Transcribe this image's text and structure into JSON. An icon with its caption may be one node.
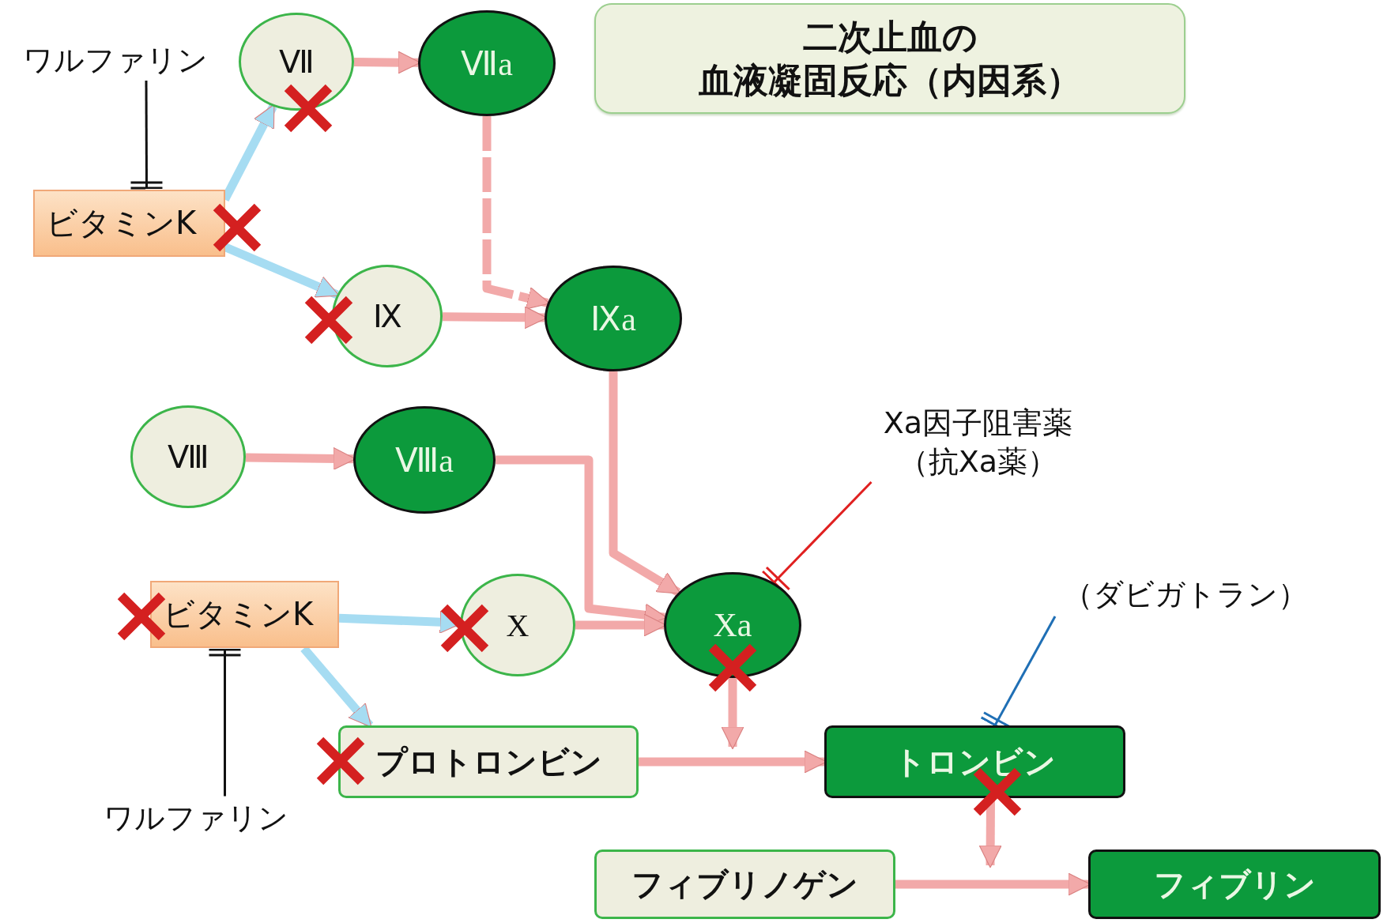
{
  "diagram": {
    "nodes": [
      {
        "text": [
          "二次止血の",
          "血液凝固反応（内因系）"
        ]
      },
      {
        "text": [
          "ワルファリン"
        ]
      },
      {
        "text": [
          "Ⅶ"
        ]
      },
      {
        "text": [
          "Ⅶa"
        ]
      },
      {
        "text": [
          "ビタミンK"
        ]
      },
      {
        "text": [
          "Ⅸ"
        ]
      },
      {
        "text": [
          "Ⅸa"
        ]
      },
      {
        "text": [
          "Ⅷ"
        ]
      },
      {
        "text": [
          "Ⅷa"
        ]
      },
      {
        "text": [
          "Xa因子阻害薬（抗Xa薬）"
        ]
      },
      {
        "text": [
          "ビタミンK"
        ]
      },
      {
        "text": [
          "X"
        ]
      },
      {
        "text": [
          "Xa"
        ]
      },
      {
        "text": [
          "（ダビガトラン）"
        ]
      },
      {
        "text": [
          "プロトロンビン"
        ]
      },
      {
        "text": [
          "トロンビン"
        ]
      },
      {
        "text": [
          "ワルファリン"
        ]
      },
      {
        "text": [
          "フィブリノゲン"
        ]
      },
      {
        "text": [
          "フィブリン"
        ]
      }
    ],
    "edges": [
      {
        "from": 2,
        "to": 3,
        "arrow": "to"
      },
      {
        "from": 3,
        "to": 6,
        "arrow": "to",
        "style": "dashed"
      },
      {
        "from": 4,
        "to": 2,
        "arrow": "to",
        "color": "#a6dcf2"
      },
      {
        "from": 4,
        "to": 5,
        "arrow": "to",
        "color": "#a6dcf2"
      },
      {
        "from": 5,
        "to": 6,
        "arrow": "to"
      },
      {
        "from": 1,
        "to": 4,
        "arrow": "other",
        "color": "#111111"
      },
      {
        "from": 7,
        "to": 8,
        "arrow": "to"
      },
      {
        "from": 8,
        "to": 12,
        "arrow": "to"
      },
      {
        "from": 6,
        "to": 12,
        "arrow": "to"
      },
      {
        "from": 11,
        "to": 12,
        "arrow": "to"
      },
      {
        "from": 10,
        "to": 11,
        "arrow": "to",
        "color": "#a6dcf2"
      },
      {
        "from": 10,
        "to": 14,
        "arrow": "to",
        "color": "#a6dcf2"
      },
      {
        "from": 16,
        "to": 10,
        "arrow": "other",
        "color": "#111111"
      },
      {
        "from": 12,
        "to": null,
        "arrow": "to"
      },
      {
        "from": 14,
        "to": 15,
        "arrow": "to"
      },
      {
        "from": 9,
        "to": 12,
        "arrow": "other",
        "color": "#e02020"
      },
      {
        "from": 13,
        "to": 15,
        "arrow": "other",
        "color": "#1f6fb5"
      },
      {
        "from": 15,
        "to": null,
        "arrow": "to"
      },
      {
        "from": 17,
        "to": 18,
        "arrow": "to"
      }
    ]
  }
}
